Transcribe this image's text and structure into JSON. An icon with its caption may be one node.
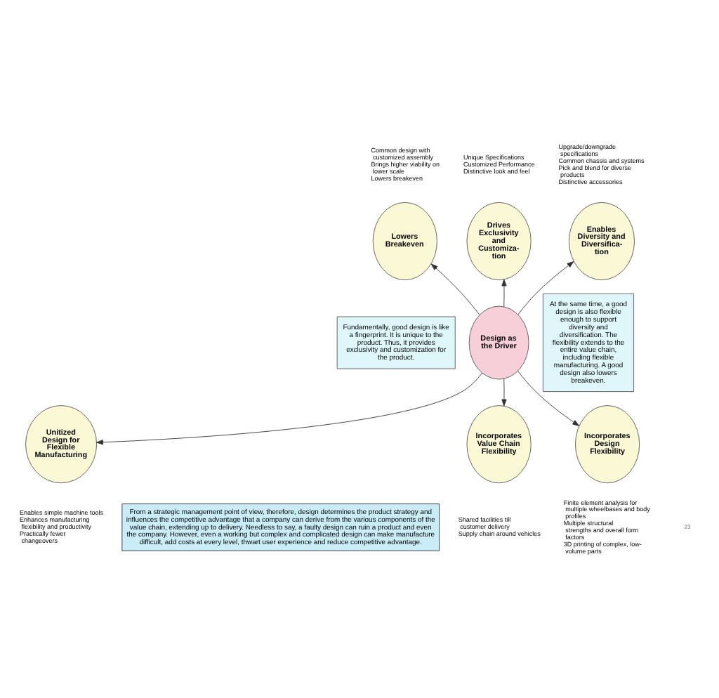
{
  "diagram": {
    "nodes": [
      {
        "text": [
          "Design as the Driver"
        ]
      },
      {
        "text": [
          "Drives Exclusivity and Customiza- tion"
        ],
        "beside": [
          "Unique Specifications",
          "Customized Performance",
          "Distinctive look and feel"
        ]
      },
      {
        "text": [
          "Enables Diversity and Diversifica- tion"
        ],
        "beside": [
          "Upgrade/downgrade specifications",
          "Common chassis and systems",
          "Pick and blend for diverse products",
          "Distinctive accessories"
        ]
      },
      {
        "text": [
          "Incorporates Design Flexibility"
        ],
        "beside": [
          "Finite element analysis for multiple wheelbases and body profiles",
          "Multiple structural strengths and overall form factors",
          "3D printing of complex, low-volume parts"
        ]
      },
      {
        "text": [
          "Incorporates Value Chain Flexibility"
        ],
        "beside": [
          "Shared facilities till customer delivery",
          "Supply chain around vehicles"
        ]
      },
      {
        "text": [
          "Unitized Design for Flexible Manufacturing"
        ],
        "beside": [
          "Enables simple machine tools",
          "Enhances manufacturing flexibility and productivity",
          "Practically fewer changeovers"
        ]
      },
      {
        "text": [
          "Lowers Breakeven"
        ],
        "beside": [
          "Common design with customized assembly",
          "Brings higher viability on lower scale",
          "Lowers breakeven"
        ]
      },
      {
        "text": [
          "Fundamentally, good design is like a fingerprint. It is unique to the product. Thus, it provides exclusivity and customization for the product."
        ]
      },
      {
        "text": [
          "At the same time, a good design is also flexible enough to support diversity and diversification. The flexibility extends to the entire value chain, including flexible manufacturing. A good design also lowers breakeven."
        ]
      },
      {
        "text": [
          "From a strategic management point of view, therefore, design determines the product strategy and influences the competitive advantage that a company can derive from the various components of the value chain, extending up to delivery. Needless to say, a faulty design can ruin a product and even the company. However, even a working but complex and complicated design can make manufacture difficult, add costs at every level, thwart user experience and reduce competitive advantage."
        ]
      }
    ],
    "edges": [
      {
        "from": 0,
        "to": 1,
        "arrow": "to"
      },
      {
        "from": 0,
        "to": 2,
        "arrow": "to"
      },
      {
        "from": 0,
        "to": 3,
        "arrow": "to"
      },
      {
        "from": 0,
        "to": 4,
        "arrow": "to"
      },
      {
        "from": 0,
        "to": 5,
        "arrow": "to"
      },
      {
        "from": 0,
        "to": 6,
        "arrow": "to"
      }
    ],
    "labels": [
      "23"
    ]
  }
}
